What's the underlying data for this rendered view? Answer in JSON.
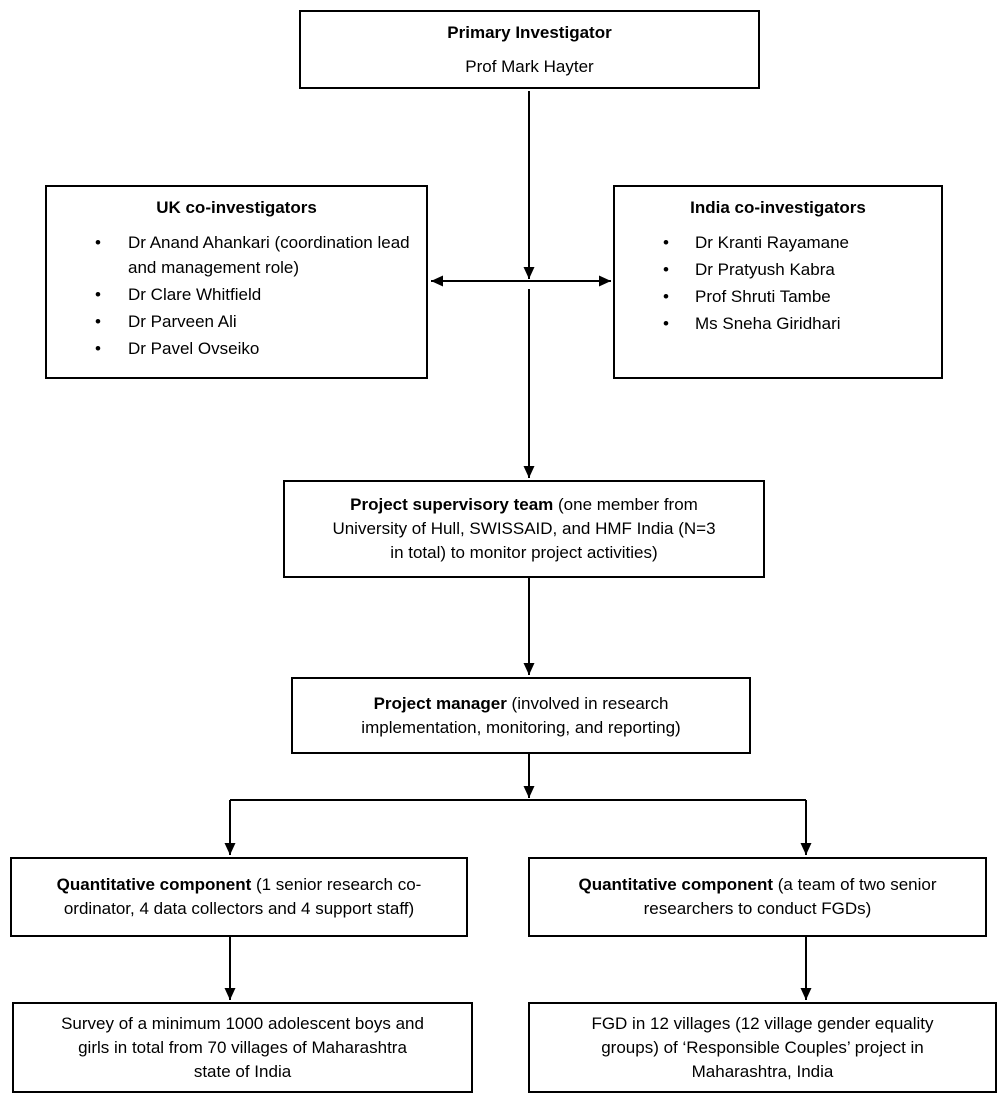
{
  "colors": {
    "background": "#ffffff",
    "border": "#000000",
    "text": "#000000",
    "line": "#000000"
  },
  "boxes": {
    "primary_investigator": {
      "title": "Primary Investigator",
      "name": "Prof Mark Hayter"
    },
    "uk_coinvestigators": {
      "title": "UK co-investigators",
      "members": [
        "Dr Anand Ahankari (coordination lead and management role)",
        "Dr Clare Whitfield",
        "Dr Parveen Ali",
        "Dr Pavel Ovseiko"
      ]
    },
    "india_coinvestigators": {
      "title": "India co-investigators",
      "members": [
        "Dr Kranti Rayamane",
        "Dr Pratyush Kabra",
        "Prof Shruti Tambe",
        "Ms Sneha Giridhari"
      ]
    },
    "supervisory_team": {
      "title": "Project supervisory team",
      "line1_rest": " (one member from",
      "line2": "University of Hull, SWISSAID, and HMF India (N=3",
      "line3": "in total) to monitor project activities)"
    },
    "project_manager": {
      "title": "Project manager",
      "line1_rest": " (involved in research",
      "line2": "implementation, monitoring, and reporting)"
    },
    "quantitative_component_left": {
      "title": "Quantitative component",
      "line1_rest": " (1 senior research co-",
      "line2": "ordinator, 4 data collectors and 4 support staff)"
    },
    "quantitative_component_right": {
      "title": "Quantitative component",
      "line1_rest": " (a team of two senior",
      "line2": "researchers to conduct FGDs)"
    },
    "survey": {
      "line1": "Survey of a minimum 1000 adolescent boys and",
      "line2": "girls in total from 70 villages of Maharashtra",
      "line3": "state of India"
    },
    "fgd": {
      "line1": "FGD in 12 villages (12 village gender equality",
      "line2": "groups) of ‘Responsible Couples’ project in",
      "line3": "Maharashtra, India"
    }
  }
}
